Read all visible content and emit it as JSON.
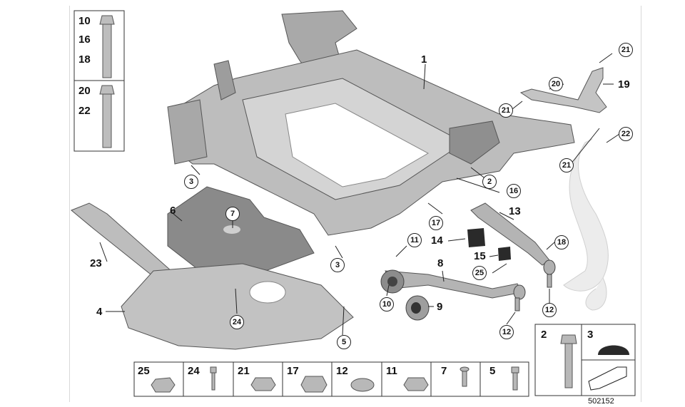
{
  "diagram_id": "502152",
  "colors": {
    "part": "#b9b9b9",
    "part_dark": "#6f6f6f",
    "part_light": "#e2e2e2",
    "ghost": "#ececec",
    "line": "#222222"
  },
  "part_numbers": [
    "1",
    "2",
    "3",
    "4",
    "5",
    "6",
    "7",
    "8",
    "9",
    "10",
    "11",
    "12",
    "13",
    "14",
    "15",
    "16",
    "17",
    "18",
    "19",
    "20",
    "21",
    "22",
    "23",
    "24",
    "25"
  ],
  "bolt_box_top": {
    "labels": [
      "10",
      "16",
      "18"
    ]
  },
  "bolt_box_mid": {
    "labels": [
      "20",
      "22"
    ]
  },
  "main_labels": {
    "p1": "1",
    "p2": "2",
    "p3a": "3",
    "p3b": "3",
    "p4": "4",
    "p5": "5",
    "p6": "6",
    "p7": "7",
    "p8": "8",
    "p9": "9",
    "p10": "10",
    "p11": "11",
    "p12a": "12",
    "p12b": "12",
    "p13": "13",
    "p14": "14",
    "p15": "15",
    "p16": "16",
    "p17": "17",
    "p18": "18",
    "p19": "19",
    "p20": "20",
    "p21a": "21",
    "p21b": "21",
    "p21c": "21",
    "p22": "22",
    "p23": "23",
    "p24": "24",
    "p25": "25"
  },
  "hardware_row": [
    "25",
    "24",
    "21",
    "17",
    "12",
    "11",
    "7",
    "5"
  ],
  "side_box": {
    "bolt": "2",
    "cap": "3"
  }
}
